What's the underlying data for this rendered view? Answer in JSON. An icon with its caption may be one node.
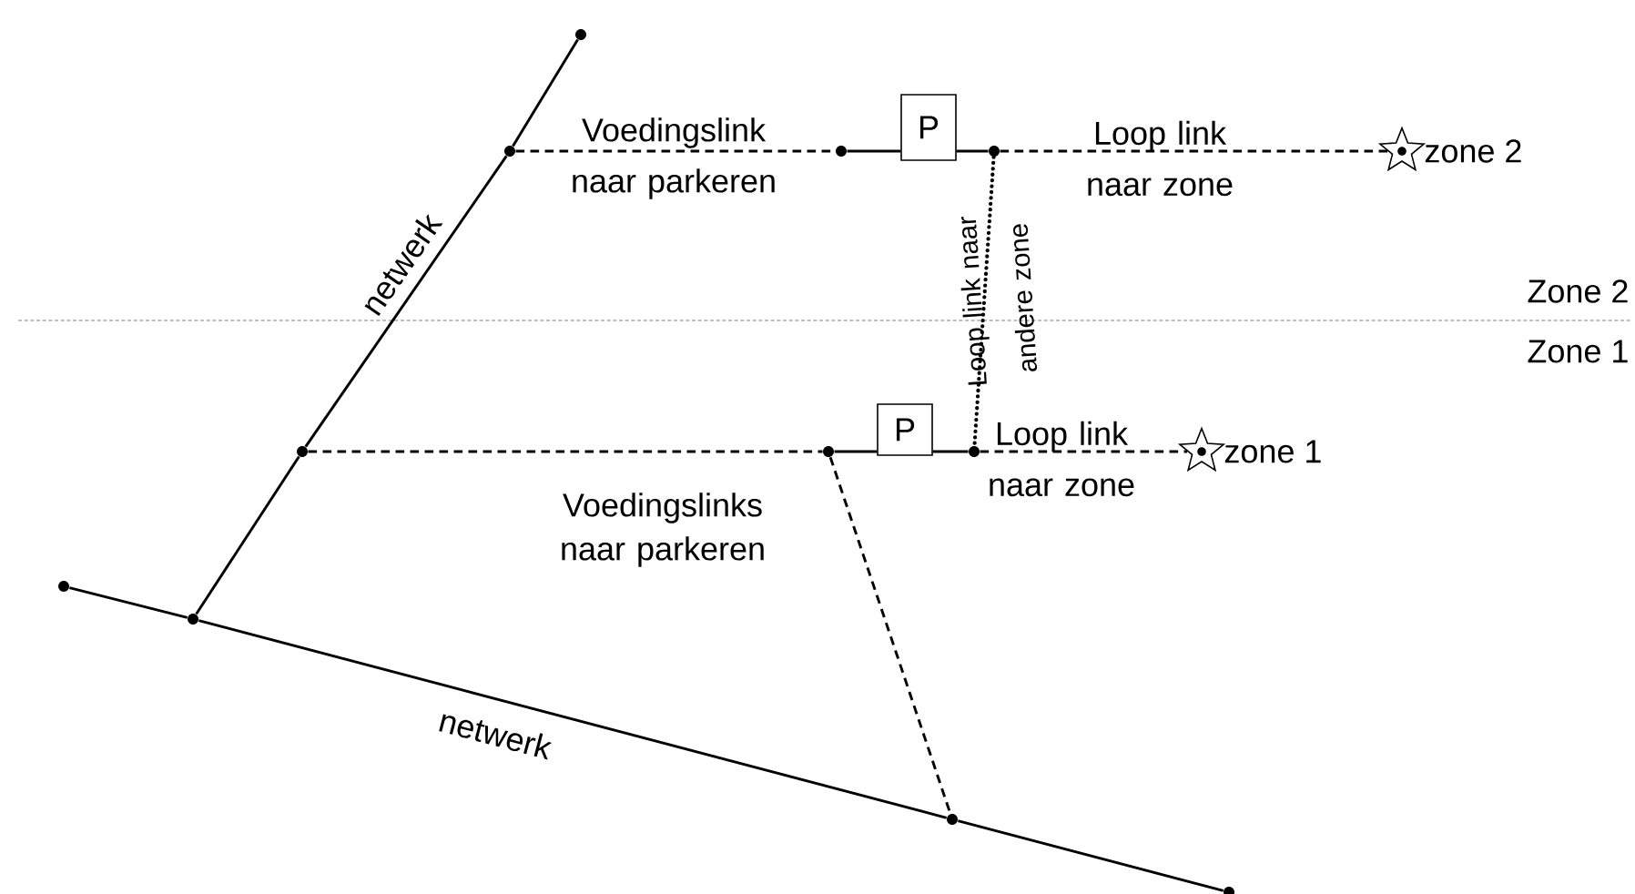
{
  "diagram": {
    "nodes": [
      {
        "text": [],
        "shape": "circle"
      },
      {
        "text": [],
        "shape": "circle"
      },
      {
        "text": [],
        "shape": "circle"
      },
      {
        "text": [
          "P"
        ]
      },
      {
        "text": [],
        "shape": "circle"
      },
      {
        "text": [],
        "shape": "star",
        "beside": [
          "zone 2"
        ]
      },
      {
        "text": [],
        "shape": "circle"
      },
      {
        "text": [],
        "shape": "circle"
      },
      {
        "text": [
          "P"
        ]
      },
      {
        "text": [],
        "shape": "circle"
      },
      {
        "text": [],
        "shape": "star",
        "beside": [
          "zone 1"
        ]
      },
      {
        "text": [],
        "shape": "circle"
      },
      {
        "text": [],
        "shape": "circle"
      },
      {
        "text": [],
        "shape": "circle"
      },
      {
        "text": [],
        "shape": "circle"
      }
    ],
    "edges": [
      {
        "from": 0,
        "to": 1,
        "arrow": "none"
      },
      {
        "from": 1,
        "to": 6,
        "arrow": "none",
        "label": "netwerk"
      },
      {
        "from": 6,
        "to": 12,
        "arrow": "none"
      },
      {
        "from": 11,
        "to": 12,
        "arrow": "none"
      },
      {
        "from": 12,
        "to": 13,
        "arrow": "none",
        "label": "netwerk"
      },
      {
        "from": 13,
        "to": 14,
        "arrow": "none"
      },
      {
        "from": 1,
        "to": 2,
        "arrow": "none",
        "style": "dashed",
        "label": "Voedingslink naar parkeren"
      },
      {
        "from": 2,
        "to": 3,
        "arrow": "none"
      },
      {
        "from": 3,
        "to": 4,
        "arrow": "none"
      },
      {
        "from": 4,
        "to": 5,
        "arrow": "none",
        "style": "dashed",
        "label": "Loop link naar zone"
      },
      {
        "from": 4,
        "to": 9,
        "arrow": "none",
        "style": "dashed",
        "label": "Loop link naar andere zone"
      },
      {
        "from": 6,
        "to": 7,
        "arrow": "none",
        "style": "dashed"
      },
      {
        "from": 7,
        "to": 8,
        "arrow": "none"
      },
      {
        "from": 8,
        "to": 9,
        "arrow": "none"
      },
      {
        "from": 9,
        "to": 10,
        "arrow": "none",
        "style": "dashed",
        "label": "Loop link naar zone"
      },
      {
        "from": 7,
        "to": 13,
        "arrow": "none",
        "style": "dashed",
        "label": "Voedingslinks naar parkeren"
      }
    ],
    "labels": [
      "Zone 2",
      "Zone 1"
    ]
  }
}
